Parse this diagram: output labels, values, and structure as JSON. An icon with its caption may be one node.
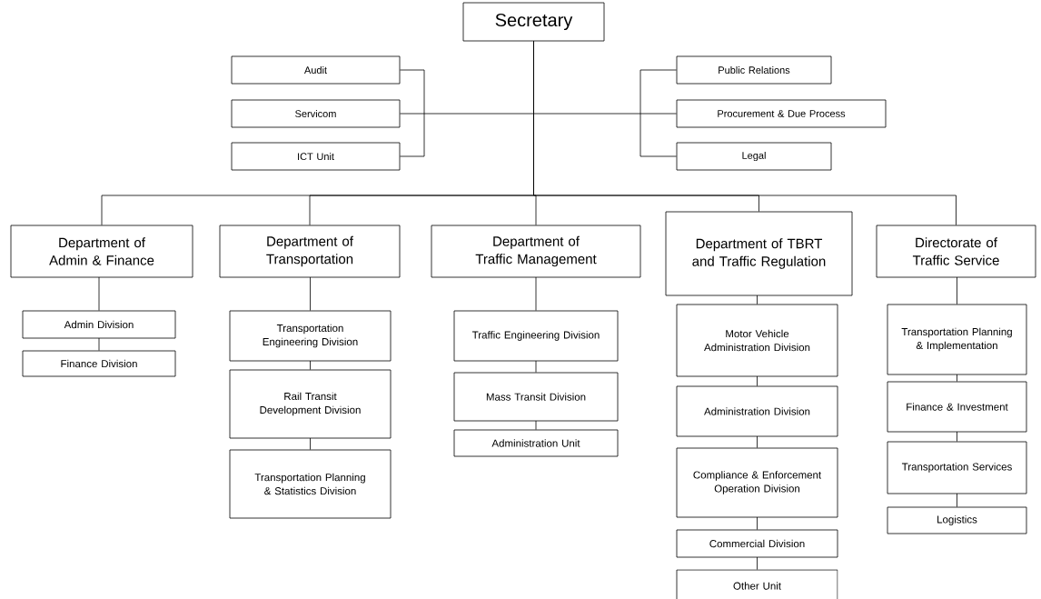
{
  "diagram": {
    "nodes": [
      {
        "text": [
          "Secretary"
        ]
      },
      {
        "text": [
          "Audit"
        ]
      },
      {
        "text": [
          "Servicom"
        ]
      },
      {
        "text": [
          "ICT Unit"
        ]
      },
      {
        "text": [
          "Public Relations"
        ]
      },
      {
        "text": [
          "Procurement & Due Process"
        ]
      },
      {
        "text": [
          "Legal"
        ]
      },
      {
        "text": [
          "Department of Admin & Finance"
        ]
      },
      {
        "text": [
          "Admin Division"
        ]
      },
      {
        "text": [
          "Finance Division"
        ]
      },
      {
        "text": [
          "Department of Transportation"
        ]
      },
      {
        "text": [
          "Transportation Engineering Division"
        ]
      },
      {
        "text": [
          "Rail Transit Development Division"
        ]
      },
      {
        "text": [
          "Transportation Planning & Statistics Division"
        ]
      },
      {
        "text": [
          "Department of Traffic Management"
        ]
      },
      {
        "text": [
          "Traffic Engineering Division"
        ]
      },
      {
        "text": [
          "Mass Transit Division"
        ]
      },
      {
        "text": [
          "Administration Unit"
        ]
      },
      {
        "text": [
          "Department of TBRT and Traffic Regulation"
        ]
      },
      {
        "text": [
          "Motor Vehicle Administration Division"
        ]
      },
      {
        "text": [
          "Administration Division"
        ]
      },
      {
        "text": [
          "Compliance & Enforcement Operation Division"
        ]
      },
      {
        "text": [
          "Commercial Division"
        ]
      },
      {
        "text": [
          "Other Unit"
        ]
      },
      {
        "text": [
          "Directorate of Traffic Service"
        ]
      },
      {
        "text": [
          "Transportation Planning & Implementation"
        ]
      },
      {
        "text": [
          "Finance & Investment"
        ]
      },
      {
        "text": [
          "Transportation Services"
        ]
      },
      {
        "text": [
          "Logistics"
        ]
      }
    ],
    "edges": [
      {
        "from": 0,
        "to": 1,
        "arrow": "none"
      },
      {
        "from": 0,
        "to": 2,
        "arrow": "none"
      },
      {
        "from": 0,
        "to": 3,
        "arrow": "none"
      },
      {
        "from": 0,
        "to": 4,
        "arrow": "none"
      },
      {
        "from": 0,
        "to": 5,
        "arrow": "none"
      },
      {
        "from": 0,
        "to": 6,
        "arrow": "none"
      },
      {
        "from": 0,
        "to": 7,
        "arrow": "none"
      },
      {
        "from": 0,
        "to": 10,
        "arrow": "none"
      },
      {
        "from": 0,
        "to": 14,
        "arrow": "none"
      },
      {
        "from": 0,
        "to": 18,
        "arrow": "none"
      },
      {
        "from": 0,
        "to": 24,
        "arrow": "none"
      },
      {
        "from": 7,
        "to": 8,
        "arrow": "none"
      },
      {
        "from": 8,
        "to": 9,
        "arrow": "none"
      },
      {
        "from": 10,
        "to": 11,
        "arrow": "none"
      },
      {
        "from": 11,
        "to": 12,
        "arrow": "none"
      },
      {
        "from": 12,
        "to": 13,
        "arrow": "none"
      },
      {
        "from": 14,
        "to": 15,
        "arrow": "none"
      },
      {
        "from": 15,
        "to": 16,
        "arrow": "none"
      },
      {
        "from": 16,
        "to": 17,
        "arrow": "none"
      },
      {
        "from": 18,
        "to": 19,
        "arrow": "none"
      },
      {
        "from": 19,
        "to": 20,
        "arrow": "none"
      },
      {
        "from": 20,
        "to": 21,
        "arrow": "none"
      },
      {
        "from": 21,
        "to": 22,
        "arrow": "none"
      },
      {
        "from": 22,
        "to": 23,
        "arrow": "none"
      },
      {
        "from": 24,
        "to": 25,
        "arrow": "none"
      },
      {
        "from": 25,
        "to": 26,
        "arrow": "none"
      },
      {
        "from": 26,
        "to": 27,
        "arrow": "none"
      },
      {
        "from": 27,
        "to": 28,
        "arrow": "none"
      }
    ]
  }
}
